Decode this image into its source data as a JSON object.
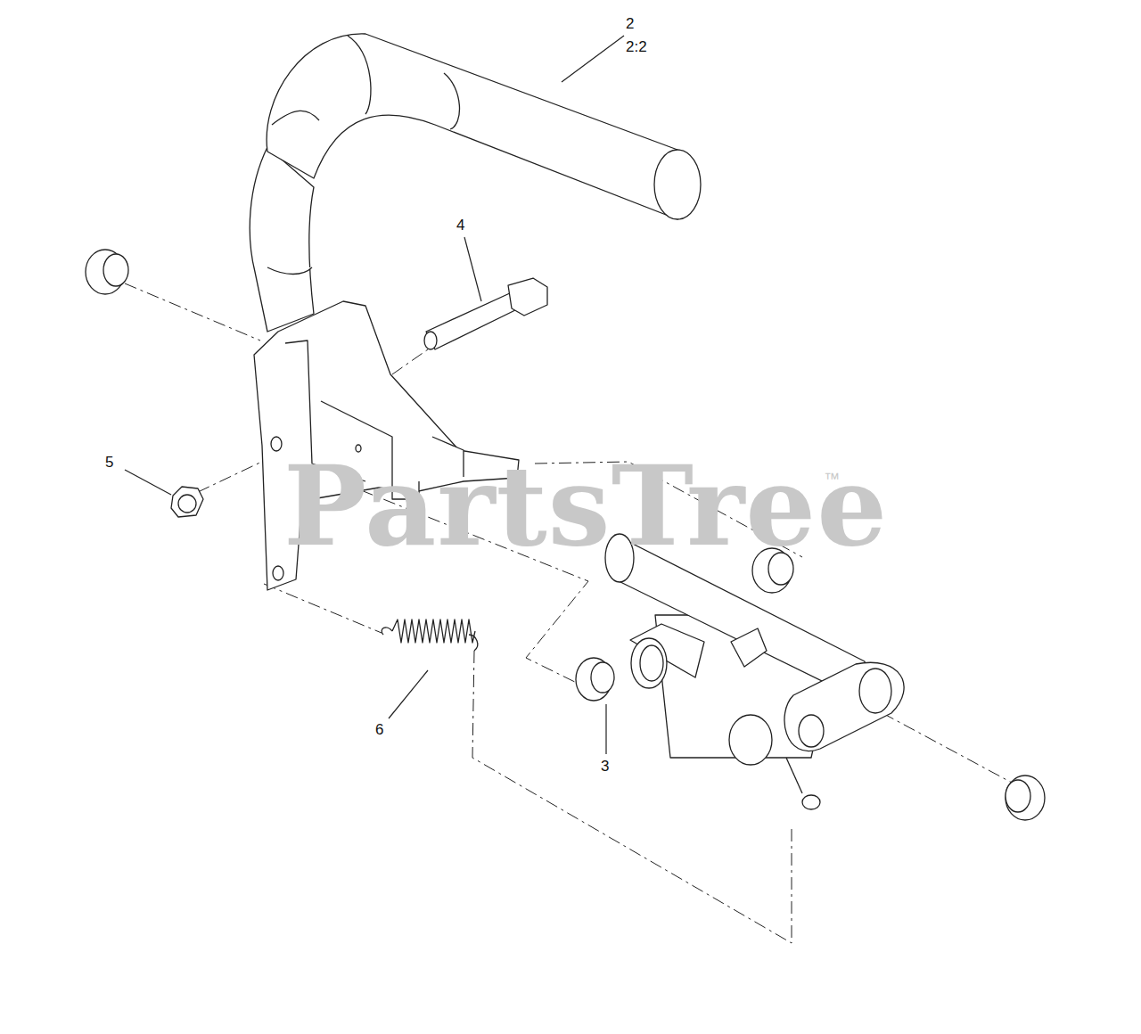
{
  "diagram": {
    "labels": [
      "2",
      "2:2",
      "4",
      "5",
      "6",
      "3",
      "PartsTree",
      "™"
    ]
  }
}
